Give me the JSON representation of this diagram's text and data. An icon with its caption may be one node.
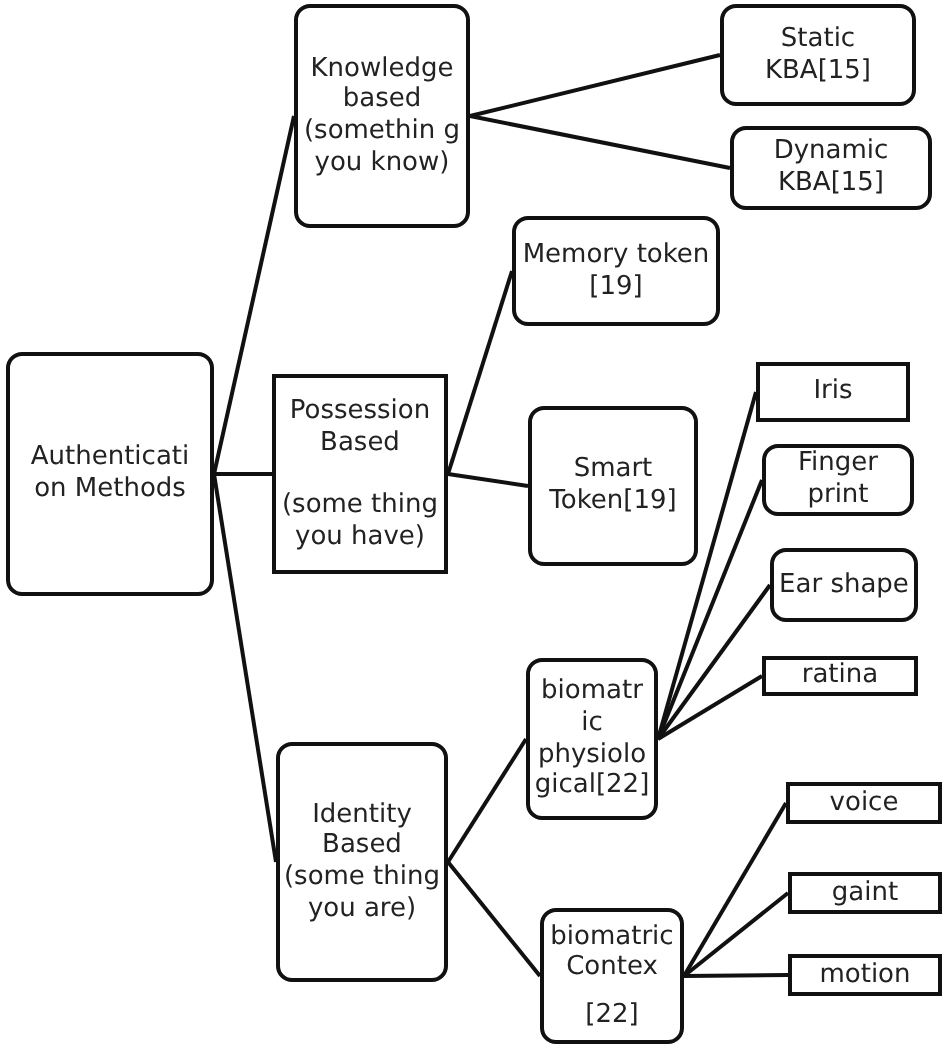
{
  "diagram": {
    "nodes": [
      {
        "text": [
          "Authenticati on Methods"
        ]
      },
      {
        "text": [
          "Knowledge based (somethin g you know)"
        ]
      },
      {
        "text": [
          "Possession Based",
          "(some thing you have)"
        ]
      },
      {
        "text": [
          "Identity Based (some thing you are)"
        ]
      },
      {
        "text": [
          "Static KBA[15]"
        ]
      },
      {
        "text": [
          "Dynamic KBA[15]"
        ]
      },
      {
        "text": [
          "Memory token [19]"
        ]
      },
      {
        "text": [
          "Smart Token[19]"
        ]
      },
      {
        "text": [
          "Iris"
        ]
      },
      {
        "text": [
          "Finger print"
        ]
      },
      {
        "text": [
          "Ear shape"
        ]
      },
      {
        "text": [
          "ratina"
        ]
      },
      {
        "text": [
          "biomatr ic physiolo gical[22]"
        ]
      },
      {
        "text": [
          "voice"
        ]
      },
      {
        "text": [
          "gaint"
        ]
      },
      {
        "text": [
          "motion"
        ]
      },
      {
        "text": [
          "biomatric Contex",
          "[22]"
        ]
      }
    ],
    "edges": [
      {
        "from": 0,
        "to": 1,
        "arrow": "none"
      },
      {
        "from": 0,
        "to": 2,
        "arrow": "none"
      },
      {
        "from": 0,
        "to": 3,
        "arrow": "none"
      },
      {
        "from": 1,
        "to": 4,
        "arrow": "none"
      },
      {
        "from": 1,
        "to": 5,
        "arrow": "none"
      },
      {
        "from": 2,
        "to": 6,
        "arrow": "none"
      },
      {
        "from": 2,
        "to": 7,
        "arrow": "none"
      },
      {
        "from": 3,
        "to": 12,
        "arrow": "none"
      },
      {
        "from": 3,
        "to": 16,
        "arrow": "none"
      },
      {
        "from": 12,
        "to": 8,
        "arrow": "none"
      },
      {
        "from": 12,
        "to": 9,
        "arrow": "none"
      },
      {
        "from": 12,
        "to": 10,
        "arrow": "none"
      },
      {
        "from": 12,
        "to": 11,
        "arrow": "none"
      },
      {
        "from": 16,
        "to": 13,
        "arrow": "none"
      },
      {
        "from": 16,
        "to": 14,
        "arrow": "none"
      },
      {
        "from": 16,
        "to": 15,
        "arrow": "none"
      }
    ]
  }
}
